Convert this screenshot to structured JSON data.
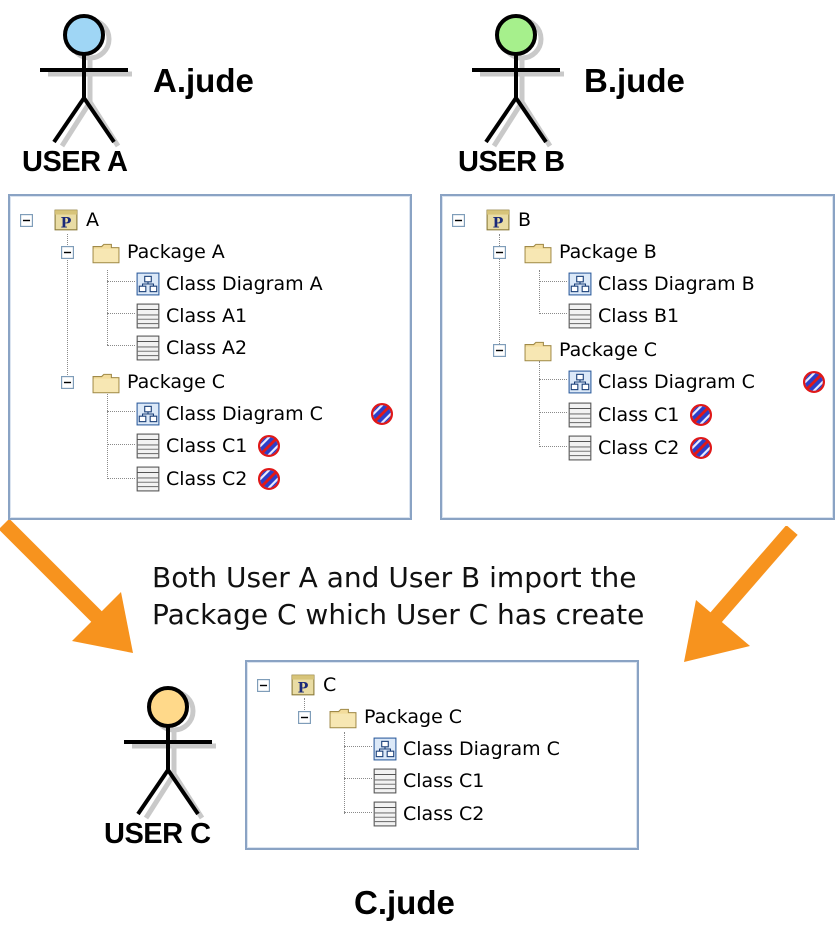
{
  "users": {
    "a": {
      "label": "USER A",
      "file": "A.jude",
      "head_color": "#9fd6f5"
    },
    "b": {
      "label": "USER B",
      "file": "B.jude",
      "head_color": "#a6f08c"
    },
    "c": {
      "label": "USER C",
      "file": "C.jude",
      "head_color": "#ffd98a"
    }
  },
  "caption": {
    "line1": "Both User A and User B import the",
    "line2": "Package C which User C has create"
  },
  "arrow_color": "#f7931e",
  "tree_a": {
    "root": "A",
    "package_a": "Package A",
    "diagram_a": "Class Diagram A",
    "class_a1": "Class A1",
    "class_a2": "Class A2",
    "package_c": "Package C",
    "diagram_c": "Class Diagram C",
    "class_c1": "Class C1",
    "class_c2": "Class C2"
  },
  "tree_b": {
    "root": "B",
    "package_b": "Package B",
    "diagram_b": "Class Diagram B",
    "class_b1": "Class B1",
    "package_c": "Package C",
    "diagram_c": "Class Diagram C",
    "class_c1": "Class C1",
    "class_c2": "Class C2"
  },
  "tree_c": {
    "root": "C",
    "package_c": "Package C",
    "diagram_c": "Class Diagram C",
    "class_c1": "Class C1",
    "class_c2": "Class C2"
  },
  "icons": {
    "expander": "minus-box-icon",
    "project": "project-icon",
    "folder": "folder-icon",
    "diagram": "class-diagram-icon",
    "class": "class-icon",
    "reference": "read-only-reference-icon"
  }
}
